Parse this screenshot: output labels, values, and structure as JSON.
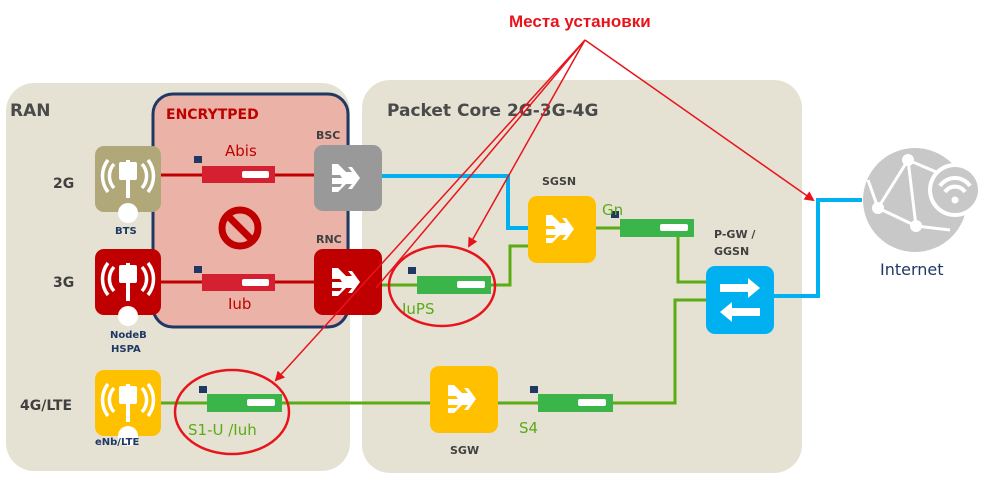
{
  "annotation": {
    "title": "Места установки",
    "color": "#e8141c"
  },
  "ran": {
    "title": "RAN",
    "encrypted_label": "ENCRYTPED",
    "rows": [
      {
        "label": "2G",
        "station": "BTS",
        "iface": "Abis",
        "controller": "BSC"
      },
      {
        "label": "3G",
        "station_line1": "NodeB",
        "station_line2": "HSPA",
        "iface": "Iub",
        "controller": "RNC"
      },
      {
        "label": "4G/LTE",
        "station": "eNb/LTE",
        "iface": "S1-U /Iuh"
      }
    ]
  },
  "core": {
    "title": "Packet Core 2G-3G-4G",
    "sgsn": "SGSN",
    "gn": "Gn",
    "iups": "IuPS",
    "sgw": "SGW",
    "s4": "S4",
    "pgw_line1": "P-GW /",
    "pgw_line2": "GGSN"
  },
  "internet": {
    "label": "Internet"
  },
  "colors": {
    "panel_bg": "#e6e2d3",
    "encrypted_bg": "#ebb3a7",
    "encrypted_border": "#1f3864",
    "bts": "#b0a878",
    "nodeb": "#c00000",
    "enb": "#ffc000",
    "bsc": "#999999",
    "rnc": "#c00000",
    "sgsn": "#ffc000",
    "sgw": "#ffc000",
    "pgw": "#00b0f0",
    "line_blue": "#00b0f0",
    "line_green": "#5aab14",
    "line_red": "#c00000",
    "device_green": "#3bb54a",
    "device_red": "#d42030",
    "globe": "#c8c8c8"
  }
}
